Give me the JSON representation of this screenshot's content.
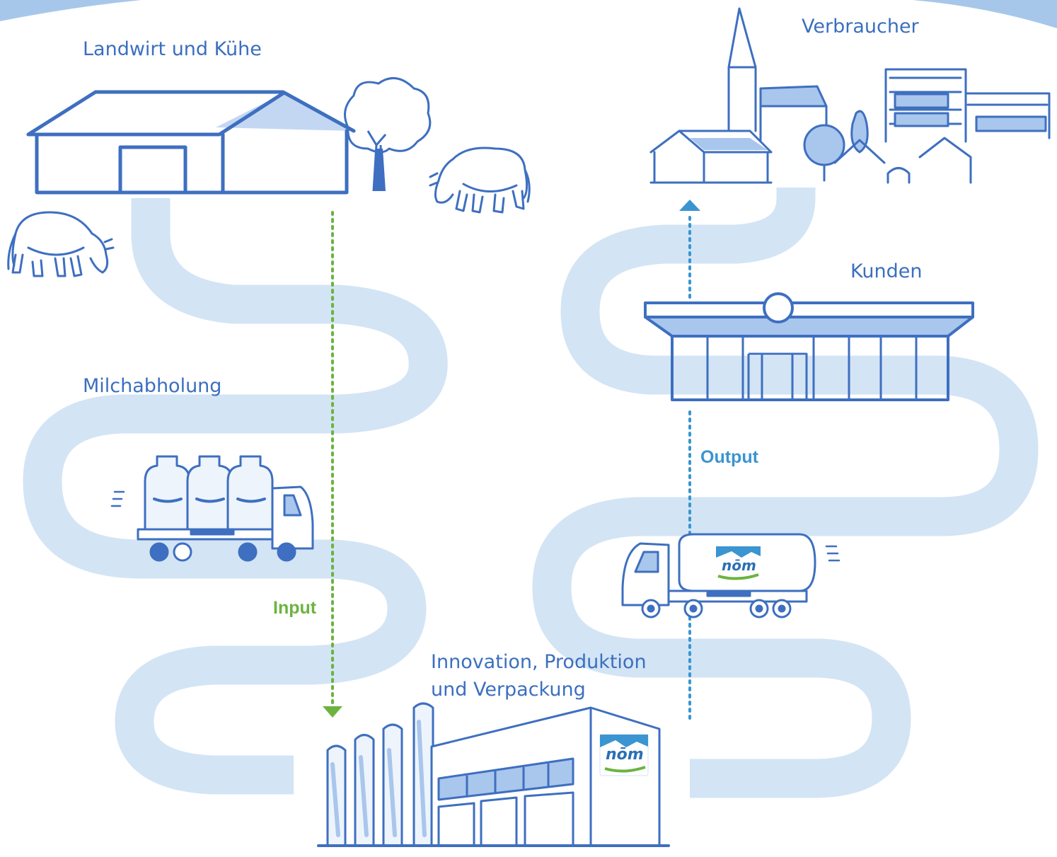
{
  "stations": {
    "farm": {
      "label": "Landwirt und Kühe"
    },
    "pickup": {
      "label": "Milchabholung"
    },
    "production": {
      "line1": "Innovation, Produktion",
      "line2": "und Verpackung"
    },
    "customers": {
      "label": "Kunden"
    },
    "consumers": {
      "label": "Verbraucher"
    }
  },
  "flows": {
    "input": {
      "label": "Input",
      "color": "#6cb33f"
    },
    "output": {
      "label": "Output",
      "color": "#3a95d0"
    }
  },
  "brand": {
    "logo_text": "nōm",
    "logo_accent": "#6cb33f",
    "logo_blue": "#3a95d0"
  },
  "colors": {
    "road": "#d3e4f5",
    "line": "#3e6fc0",
    "fill": "#a9c6ec",
    "label": "#3b6fbf"
  }
}
